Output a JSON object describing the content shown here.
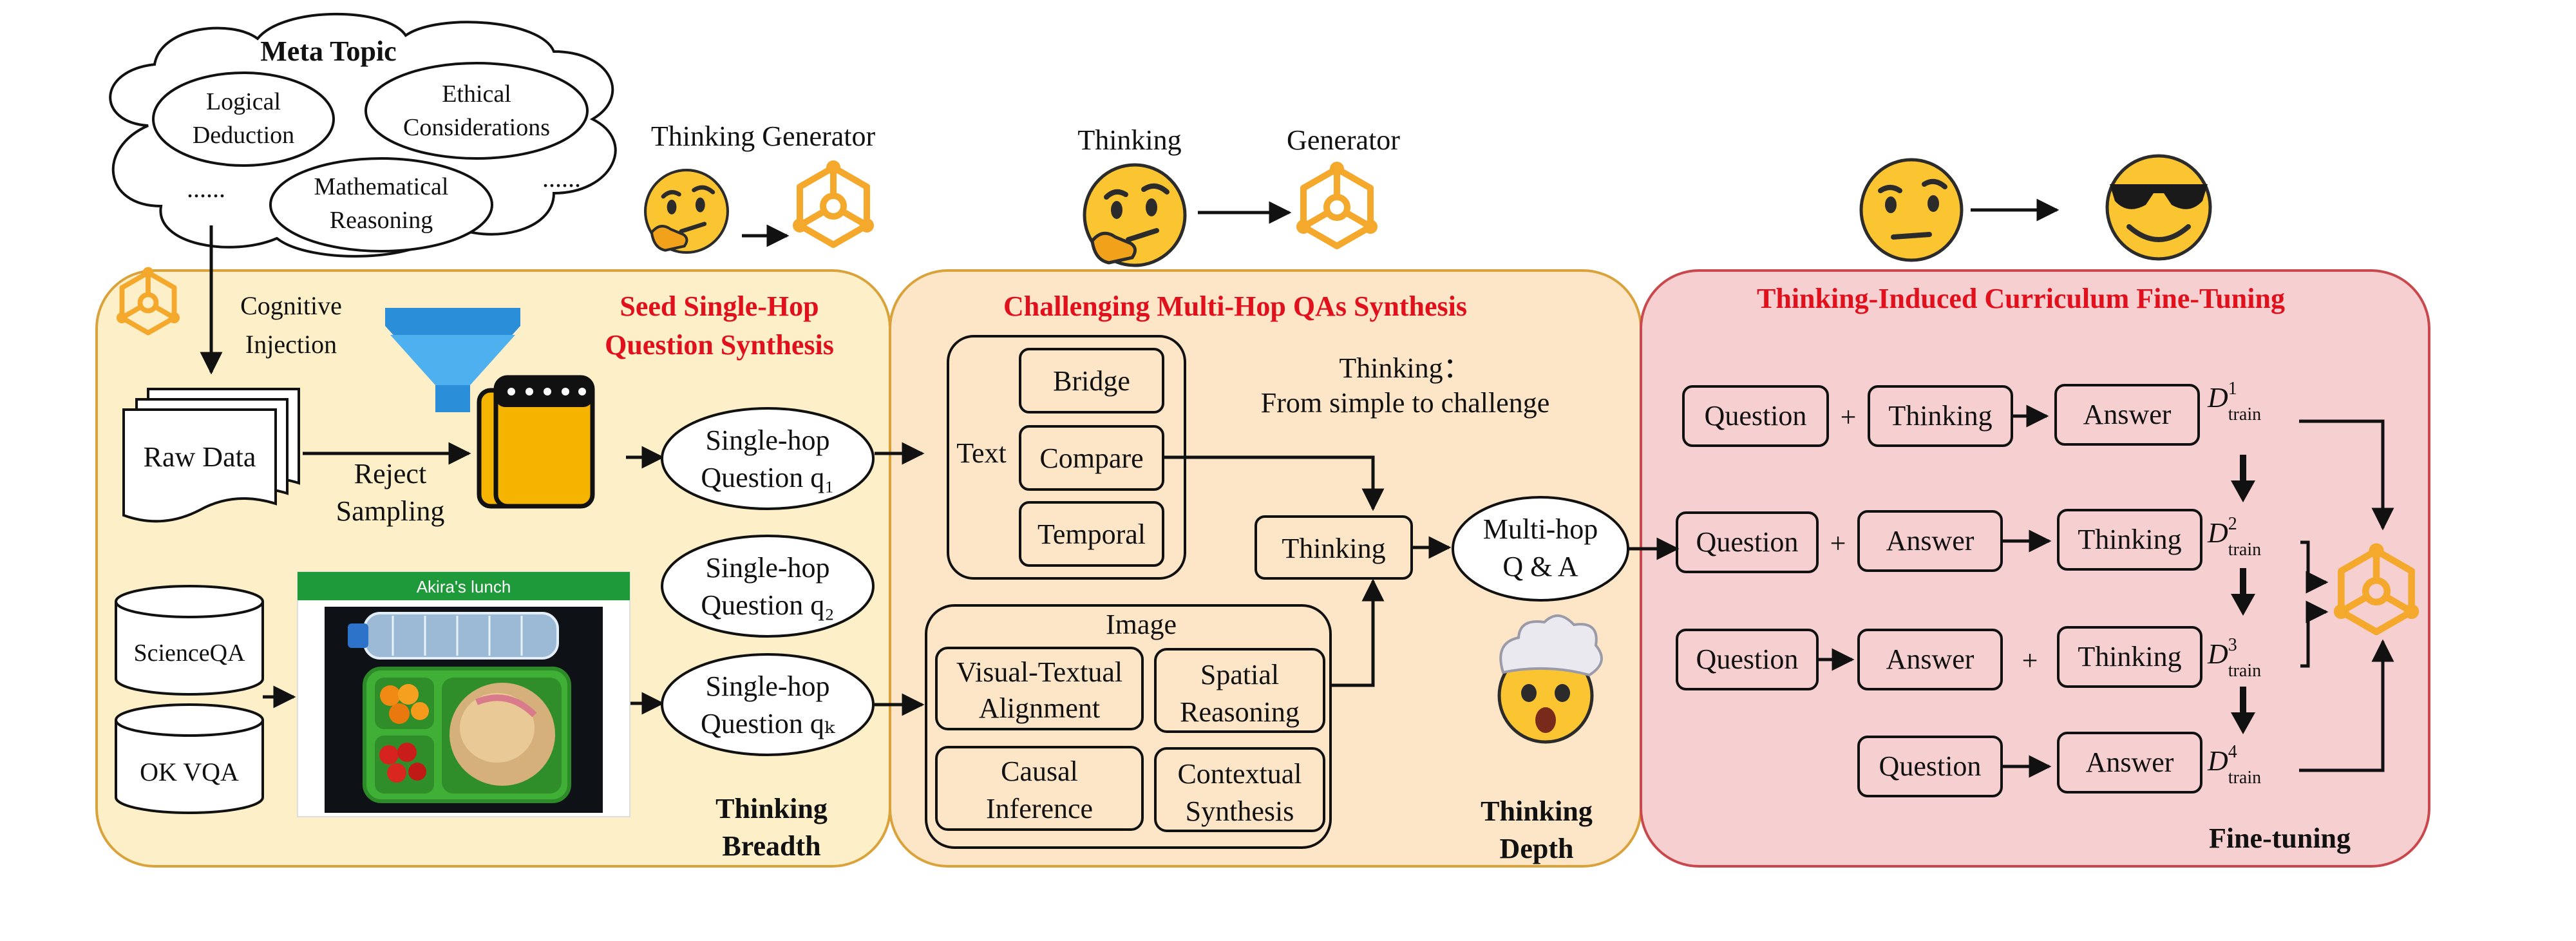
{
  "meta_topic": {
    "title": "Meta Topic",
    "logical": [
      "Logical",
      "Deduction"
    ],
    "ethical": [
      "Ethical",
      "Considerations"
    ],
    "mathematical": [
      "Mathematical",
      "Reasoning"
    ],
    "dots_left": "......",
    "dots_right": "......"
  },
  "top_left": {
    "thinking_generator": "Thinking Generator"
  },
  "top_middle": {
    "thinking": "Thinking",
    "generator": "Generator"
  },
  "stage1": {
    "title_line1": "Seed Single-Hop",
    "title_line2": "Question Synthesis",
    "cognitive_line1": "Cognitive",
    "cognitive_line2": "Injection",
    "raw_data": "Raw Data",
    "reject_line1": "Reject",
    "reject_line2": "Sampling",
    "scienceqa": "ScienceQA",
    "okvqa": "OK VQA",
    "lunch_title": "Akira's lunch",
    "q1": [
      "Single-hop",
      "Question q₁"
    ],
    "q2": [
      "Single-hop",
      "Question q₂"
    ],
    "qk": [
      "Single-hop",
      "Question qₖ"
    ],
    "footer_line1": "Thinking",
    "footer_line2": "Breadth"
  },
  "stage2": {
    "title": "Challenging Multi-Hop QAs Synthesis",
    "text_label": "Text",
    "bridge": "Bridge",
    "compare": "Compare",
    "temporal": "Temporal",
    "image_label": "Image",
    "visual_textual": [
      "Visual-Textual",
      "Alignment"
    ],
    "spatial": [
      "Spatial",
      "Reasoning"
    ],
    "causal": [
      "Causal",
      "Inference"
    ],
    "contextual": [
      "Contextual",
      "Synthesis"
    ],
    "thinking_note_line1": "Thinking：",
    "thinking_note_line2": "From simple to challenge",
    "thinking_box": "Thinking",
    "multihop": [
      "Multi-hop",
      "Q & A"
    ],
    "footer_line1": "Thinking",
    "footer_line2": "Depth"
  },
  "stage3": {
    "title": "Thinking-Induced Curriculum Fine-Tuning",
    "question": "Question",
    "thinking": "Thinking",
    "answer": "Answer",
    "plus": "+",
    "d_base": "D",
    "d_sub": "train",
    "d_sup": [
      "1",
      "2",
      "3",
      "4"
    ],
    "footer": "Fine-tuning"
  },
  "colors": {
    "panel_yellow": "#fdf0c9",
    "panel_peach": "#fde6c8",
    "panel_pink": "#f6cfd0",
    "panel_border": "#d9a23a",
    "pink_border": "#c9484e",
    "accent_red": "#e0101c",
    "icon_orange": "#f4a82c"
  }
}
